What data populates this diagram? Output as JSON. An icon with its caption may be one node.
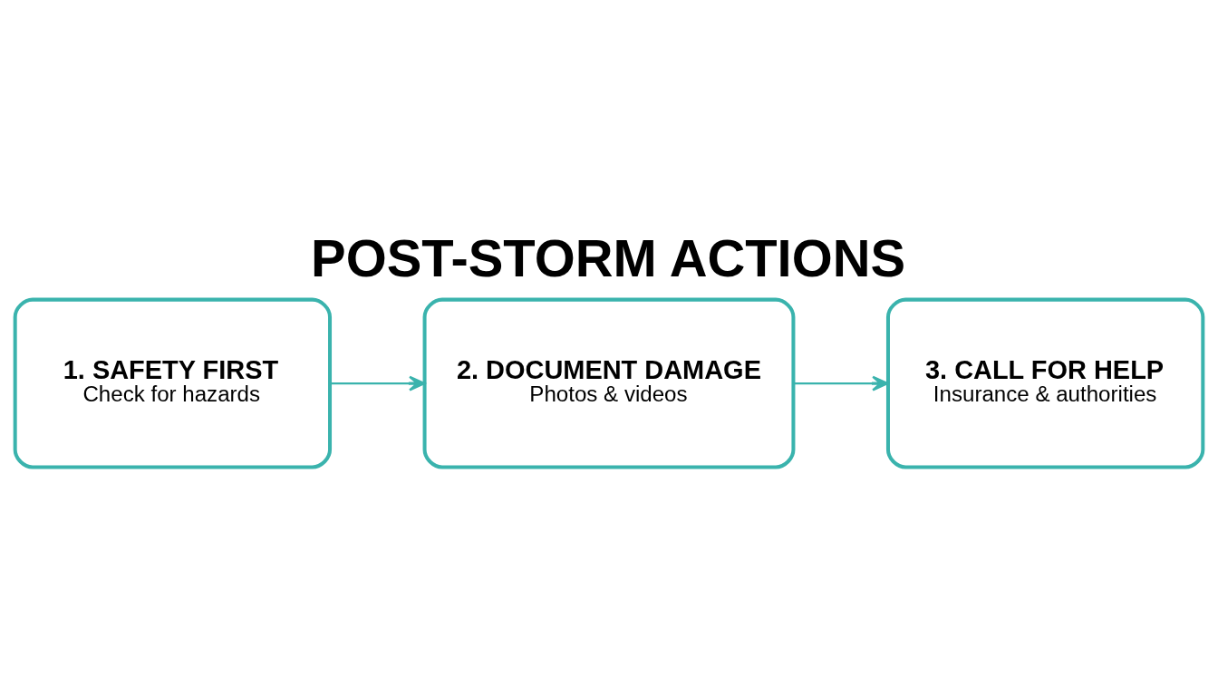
{
  "diagram": {
    "title": "POST-STORM ACTIONS",
    "nodes": [
      {
        "text": [
          "1. SAFETY FIRST",
          "Check for hazards"
        ]
      },
      {
        "text": [
          "2. DOCUMENT DAMAGE",
          "Photos & videos"
        ]
      },
      {
        "text": [
          "3. CALL FOR HELP",
          "Insurance & authorities"
        ]
      }
    ],
    "edges": [
      {
        "from": 0,
        "to": 1,
        "arrow": "to"
      },
      {
        "from": 1,
        "to": 2,
        "arrow": "to"
      }
    ]
  }
}
